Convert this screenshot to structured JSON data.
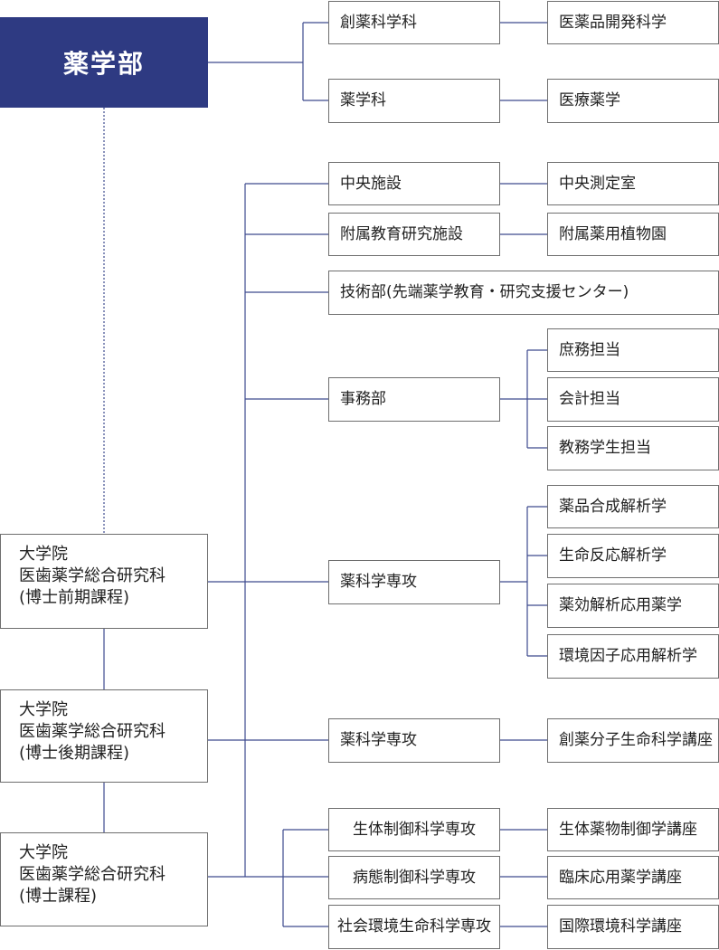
{
  "faculty": "薬学部",
  "depts": {
    "souyaku": "創薬科学科",
    "iyakuhin": "医薬品開発科学",
    "yakugaku": "薬学科",
    "iryou": "医療薬学"
  },
  "facilities": {
    "chuou": "中央施設",
    "chuou_sub": "中央測定室",
    "fuzoku": "附属教育研究施設",
    "fuzoku_sub": "附属薬用植物園",
    "gijutsu": "技術部(先端薬学教育・研究支援センター)"
  },
  "office": {
    "name": "事務部",
    "subs": [
      "庶務担当",
      "会計担当",
      "教務学生担当"
    ]
  },
  "grad1": {
    "lines": [
      "大学院",
      "医歯薬学総合研究科",
      "(博士前期課程)"
    ],
    "major": "薬科学専攻",
    "subs": [
      "薬品合成解析学",
      "生命反応解析学",
      "薬効解析応用薬学",
      "環境因子応用解析学"
    ]
  },
  "grad2": {
    "lines": [
      "大学院",
      "医歯薬学総合研究科",
      "(博士後期課程)"
    ],
    "major": "薬科学専攻",
    "sub": "創薬分子生命科学講座"
  },
  "grad3": {
    "lines": [
      "大学院",
      "医歯薬学総合研究科",
      "(博士課程)"
    ],
    "majors": [
      "生体制御科学専攻",
      "病態制御科学専攻",
      "社会環境生命科学専攻"
    ],
    "subs": [
      "生体薬物制御学講座",
      "臨床応用薬学講座",
      "国際環境科学講座"
    ]
  }
}
